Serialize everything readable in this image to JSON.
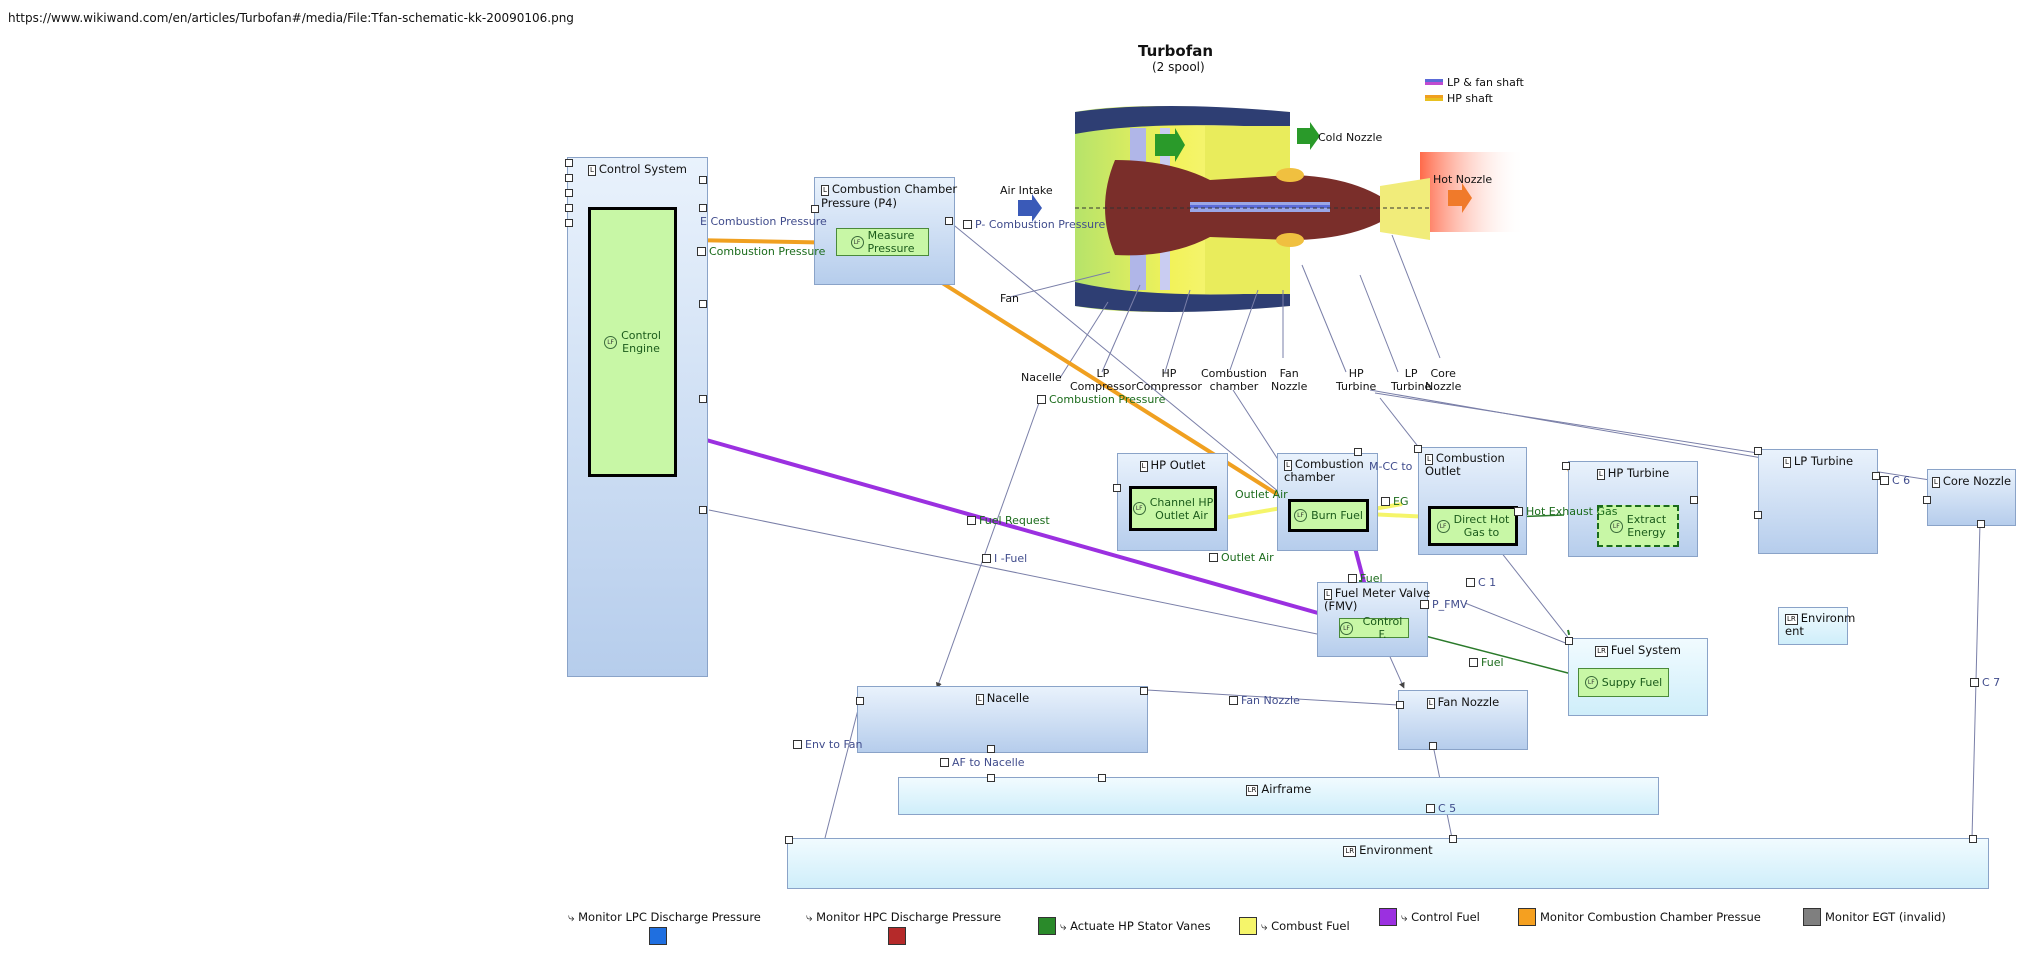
{
  "url": "https://www.wikiwand.com/en/articles/Turbofan#/media/File:Tfan-schematic-kk-20090106.png",
  "title": "Turbofan",
  "subtitle": "(2 spool)",
  "shaft_legend": [
    {
      "label": "LP & fan shaft",
      "color": "#5b6bd8",
      "color2": "#c04bd0"
    },
    {
      "label": "HP shaft",
      "color": "#f0a020",
      "color2": "#e8c020"
    }
  ],
  "engine_labels": {
    "air_intake": "Air Intake",
    "cold_nozzle": "Cold Nozzle",
    "hot_nozzle": "Hot Nozzle",
    "fan": "Fan",
    "nacelle": "Nacelle",
    "lp_compressor": "LP\nCompressor",
    "hp_compressor": "HP\nCompressor",
    "combustion_chamber": "Combustion\nchamber",
    "fan_nozzle": "Fan\nNozzle",
    "hp_turbine": "HP\nTurbine",
    "lp_turbine": "LP\nTurbine",
    "core_nozzle": "Core\nNozzle"
  },
  "blocks": {
    "control_system": "Control System",
    "combustion_chamber_pressure": "Combustion Chamber\nPressure (P4)",
    "hp_outlet": "HP Outlet",
    "combustion_chamber": "Combustion\nchamber",
    "combustion_outlet": "Combustion\nOutlet",
    "hp_turbine": "HP Turbine",
    "lp_turbine": "LP Turbine",
    "core_nozzle": "Core Nozzle",
    "fuel_meter_valve": "Fuel Meter Valve\n(FMV)",
    "fuel_system": "Fuel System",
    "environment_small": "Environm\nent",
    "nacelle": "Nacelle",
    "fan_nozzle": "Fan Nozzle",
    "airframe": "Airframe",
    "environment": "Environment"
  },
  "actions": {
    "control_engine": "Control\nEngine",
    "measure_pressure": "Measure\nPressure",
    "channel_hp_outlet_air": "Channel HP\nOutlet Air",
    "burn_fuel": "Burn Fuel",
    "direct_hot_gas": "Direct Hot\nGas to",
    "extract_energy": "Extract\nEnergy",
    "control_fuel": "Control F.",
    "supply_fuel": "Suppy Fuel"
  },
  "flow_labels": {
    "e_combustion_pressure": "E Combustion Pressure",
    "combustion_pressure_1": "Combustion Pressure",
    "p_combustion_pressure": "P- Combustion Pressure",
    "combustion_pressure_2": "Combustion Pressure",
    "fuel_request": "Fuel Request",
    "i_fuel": "I -Fuel",
    "outlet_air_1": "Outlet Air",
    "outlet_air_2": "Outlet Air",
    "m_cc_to": "M-CC to",
    "eg": "EG",
    "hot_exhaust_gas": "Hot Exhaust Gas",
    "fuel_1": "Fuel",
    "c1": "C 1",
    "p_fmv": "P_FMV",
    "fuel_2": "Fuel",
    "c6": "C 6",
    "c7": "C 7",
    "fan_nozzle": "Fan Nozzle",
    "env_to_fan": "Env to Fan",
    "af_to_nacelle": "AF to Nacelle",
    "c5": "C 5"
  },
  "legend": [
    {
      "label": "Monitor LPC Discharge Pressure",
      "color": "#1f6fe0"
    },
    {
      "label": "Monitor HPC Discharge Pressure",
      "color": "#b52a2a"
    },
    {
      "label": "Actuate HP Stator Vanes",
      "color": "#2a8a2a"
    },
    {
      "label": "Combust Fuel",
      "color": "#f5f56a"
    },
    {
      "label": "Control Fuel",
      "color": "#9b30e0"
    },
    {
      "label": "Monitor Combustion Chamber Pressue",
      "color": "#f5a020"
    },
    {
      "label": "Monitor EGT (invalid)",
      "color": "#7f7f7f"
    }
  ]
}
